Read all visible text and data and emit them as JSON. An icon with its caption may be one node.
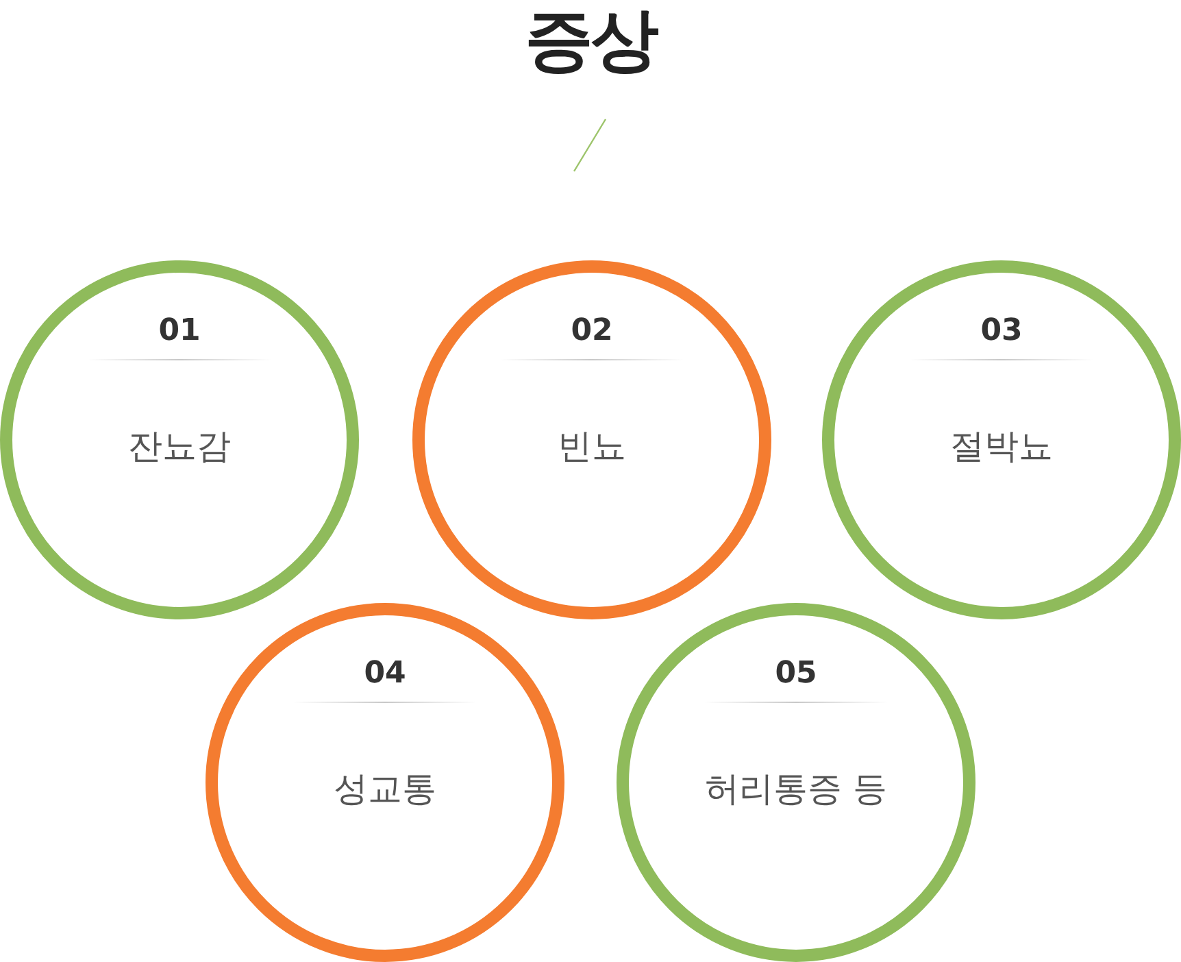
{
  "diagram": {
    "title": "증상",
    "nodes": [
      {
        "text": [
          "01",
          "잔뇨감"
        ]
      },
      {
        "text": [
          "02",
          "빈뇨"
        ]
      },
      {
        "text": [
          "03",
          "절박뇨"
        ]
      },
      {
        "text": [
          "04",
          "성교통"
        ]
      },
      {
        "text": [
          "05",
          "허리통증 등"
        ]
      }
    ]
  }
}
